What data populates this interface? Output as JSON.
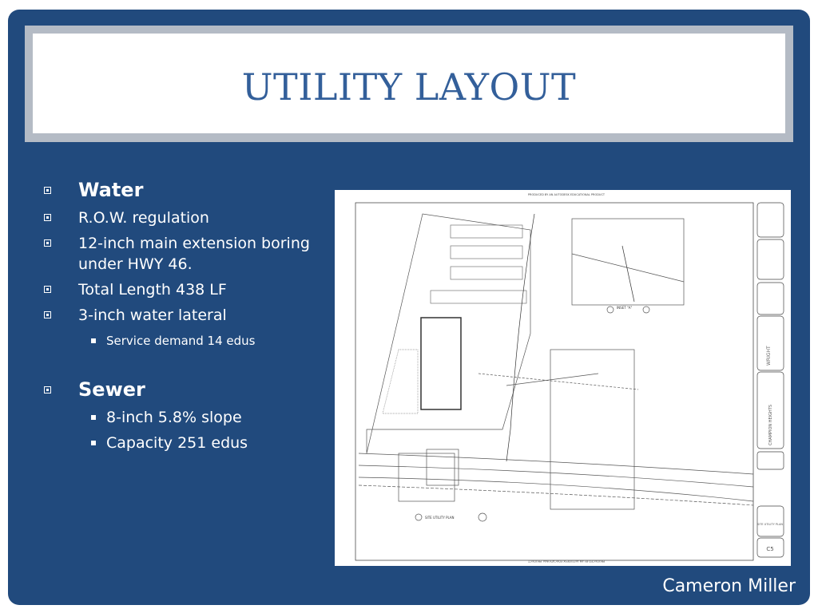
{
  "slide": {
    "title": "UTILITY LAYOUT",
    "footer": "Cameron Miller",
    "colors": {
      "panel": "#214a7d",
      "title": "#335f9a",
      "frame": "#b4bbc5"
    }
  },
  "bullets": [
    {
      "level": 1,
      "text": "Water",
      "heading": true
    },
    {
      "level": 1,
      "text": "R.O.W. regulation"
    },
    {
      "level": 1,
      "text": "12-inch main extension boring under HWY 46."
    },
    {
      "level": 1,
      "text": "Total Length 438 LF"
    },
    {
      "level": 1,
      "text": "3-inch water lateral"
    },
    {
      "level": 2,
      "text": "Service demand 14 edus"
    },
    {
      "level": 1,
      "text": "Sewer",
      "heading": true
    },
    {
      "level": 2,
      "text": "8-inch 5.8% slope"
    },
    {
      "level": 2,
      "text": "Capacity 251 edus"
    }
  ],
  "drawing": {
    "header_note": "PRODUCED BY AN AUTODESK EDUCATIONAL PRODUCT",
    "plan_label": "SITE UTILITY PLAN",
    "inset_label": "INSET \"A\"",
    "title_block": {
      "firm": "WRIGHT",
      "project": "CHAMPION HEIGHTS",
      "sheet_title": "SITE UTILITY PLAN",
      "sheet_no": "C5"
    }
  }
}
